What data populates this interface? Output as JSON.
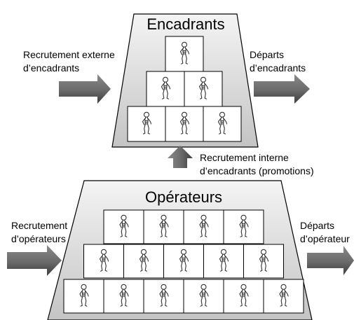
{
  "colors": {
    "trapezoid_fill_top": "#f4f4f4",
    "trapezoid_fill_bottom": "#c4c4c4",
    "arrow_fill_light": "#8a8a8a",
    "arrow_fill_dark": "#3c3c3c",
    "box_stroke": "#000000",
    "figure_stroke": "#333333"
  },
  "top_group": {
    "title": "Encadrants",
    "rows": [
      1,
      2,
      3
    ],
    "icon": "stick-figure-icon"
  },
  "bottom_group": {
    "title": "Opérateurs",
    "rows": [
      4,
      5,
      6
    ],
    "icon": "stick-figure-icon"
  },
  "flows": {
    "top_in": {
      "line1": "Recrutement externe",
      "line2": "d’encadrants",
      "icon": "right-arrow-icon"
    },
    "top_out": {
      "line1": "Départs",
      "line2": "d’encadrants",
      "icon": "right-arrow-icon"
    },
    "promotion": {
      "line1": "Recrutement interne",
      "line2": "d’encadrants (promotions)",
      "icon": "up-arrow-icon"
    },
    "bottom_in": {
      "line1": "Recrutement",
      "line2": "d’opérateurs",
      "icon": "right-arrow-icon"
    },
    "bottom_out": {
      "line1": "Départs",
      "line2": "d’opérateur",
      "icon": "right-arrow-icon"
    }
  }
}
